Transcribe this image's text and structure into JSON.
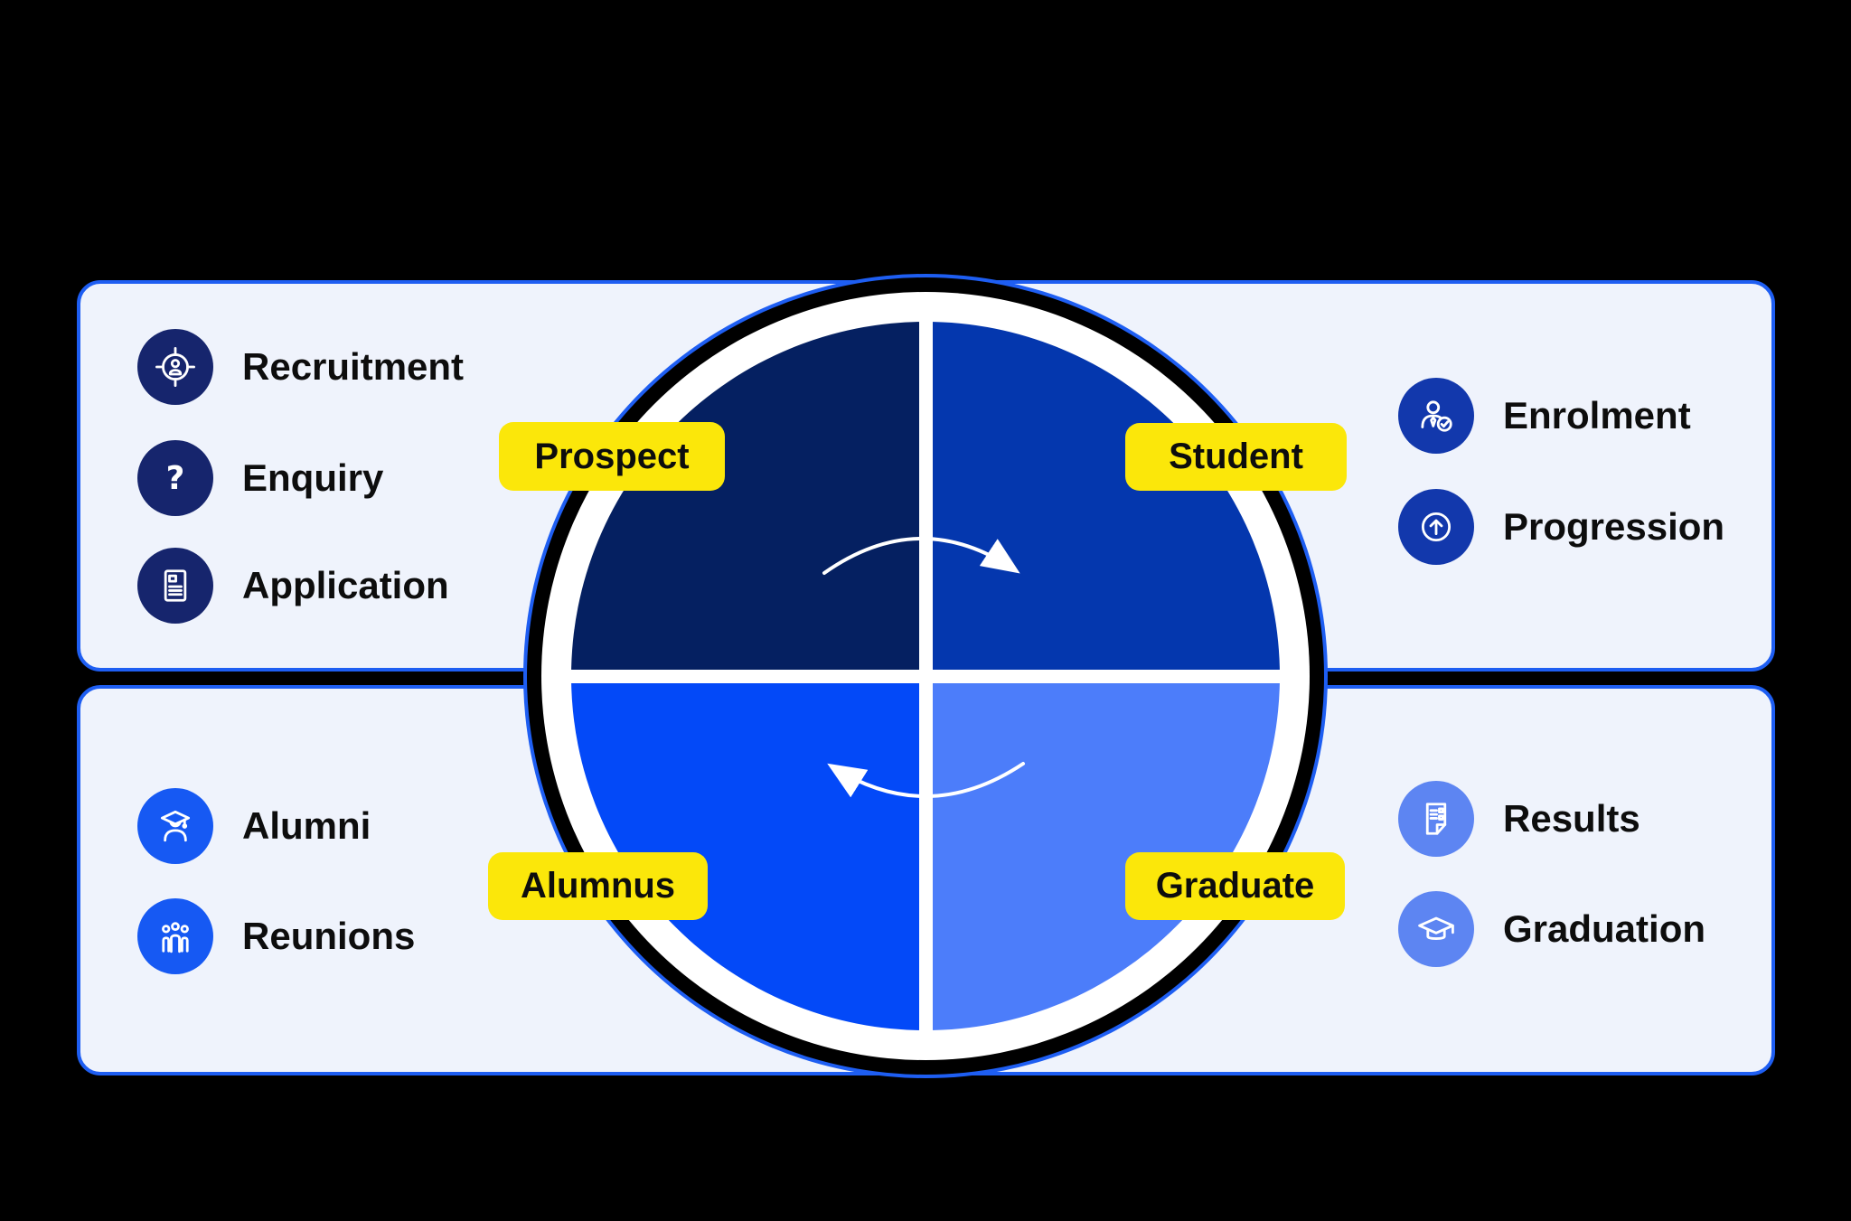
{
  "colors": {
    "page_bg": "#000000",
    "panel_bg": "#eff3fc",
    "panel_border": "#1e5ef2",
    "accent_yellow": "#fbe70a",
    "quadrant_prospect": "#052061",
    "quadrant_student": "#0437ae",
    "quadrant_alumnus": "#0349f8",
    "quadrant_graduate": "#4c7dfa",
    "icon_navy": "#16256d",
    "icon_blue": "#1238ac",
    "icon_bright_blue": "#1659f3",
    "icon_light_blue": "#5d85f2",
    "text": "#0d0d0d"
  },
  "stages": [
    {
      "label": "Prospect",
      "quadrant": "top-left"
    },
    {
      "label": "Student",
      "quadrant": "top-right"
    },
    {
      "label": "Alumnus",
      "quadrant": "bottom-left"
    },
    {
      "label": "Graduate",
      "quadrant": "bottom-right"
    }
  ],
  "panels": {
    "top_left": {
      "items": [
        {
          "label": "Recruitment",
          "icon": "recruitment-icon"
        },
        {
          "label": "Enquiry",
          "icon": "enquiry-icon"
        },
        {
          "label": "Application",
          "icon": "application-icon"
        }
      ]
    },
    "top_right": {
      "items": [
        {
          "label": "Enrolment",
          "icon": "enrolment-icon"
        },
        {
          "label": "Progression",
          "icon": "progression-icon"
        }
      ]
    },
    "bottom_left": {
      "items": [
        {
          "label": "Alumni",
          "icon": "alumni-icon"
        },
        {
          "label": "Reunions",
          "icon": "reunions-icon"
        }
      ]
    },
    "bottom_right": {
      "items": [
        {
          "label": "Results",
          "icon": "results-icon"
        },
        {
          "label": "Graduation",
          "icon": "graduation-icon"
        }
      ]
    }
  }
}
